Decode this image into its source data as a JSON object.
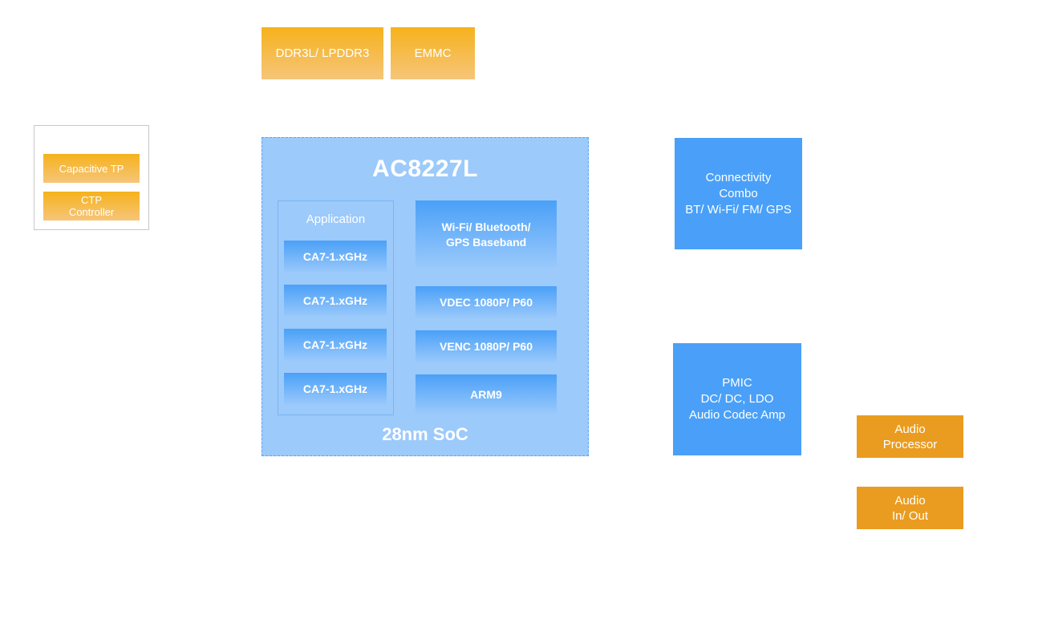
{
  "memory": {
    "ddr": "DDR3L/ LPDDR3",
    "emmc": "EMMC"
  },
  "touch": {
    "capacitive_tp": "Capacitive TP",
    "ctp_line1": "CTP",
    "ctp_line2": "Controller"
  },
  "soc": {
    "title": "AC8227L",
    "subtitle": "28nm SoC",
    "application": {
      "title": "Application",
      "cores": [
        "CA7-1.xGHz",
        "CA7-1.xGHz",
        "CA7-1.xGHz",
        "CA7-1.xGHz"
      ]
    },
    "blocks": {
      "wifi_line1": "Wi-Fi/ Bluetooth/",
      "wifi_line2": "GPS Baseband",
      "vdec": "VDEC 1080P/ P60",
      "venc": "VENC 1080P/ P60",
      "arm9": "ARM9"
    }
  },
  "connectivity": {
    "line1": "Connectivity",
    "line2": "Combo",
    "line3": "BT/ Wi-Fi/ FM/ GPS"
  },
  "pmic": {
    "line1": "PMIC",
    "line2": "DC/ DC, LDO",
    "line3": "Audio Codec Amp"
  },
  "audio": {
    "processor_line1": "Audio",
    "processor_line2": "Processor",
    "io_line1": "Audio",
    "io_line2": "In/ Out"
  },
  "colors": {
    "memory_orange": "#f6b21c",
    "soc_blue": "#9ccafb",
    "block_blue": "#4aa0f8",
    "audio_orange": "#ea9c20"
  }
}
